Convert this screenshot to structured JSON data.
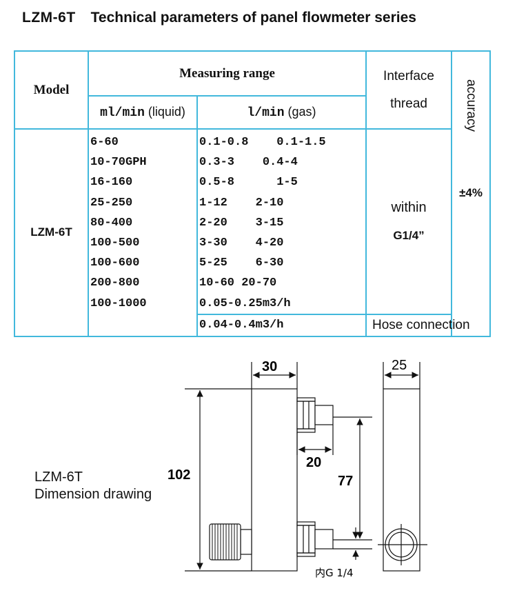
{
  "header": {
    "model": "LZM-6T",
    "title": "Technical parameters of panel flowmeter series"
  },
  "table": {
    "model_header": "Model",
    "range_header": "Measuring range",
    "liquid_unit": "ml/min",
    "liquid_suffix": "(liquid)",
    "gas_unit": "l/min",
    "gas_suffix": "(gas)",
    "thread_header_1": "Interface",
    "thread_header_2": "thread",
    "accuracy_header": "accuracy",
    "accuracy_value": "±4%",
    "model_value": "LZM-6T",
    "liquid_ranges": [
      "6-60",
      "10-70GPH",
      "16-160",
      "25-250",
      "80-400",
      "100-500",
      "100-600",
      "200-800",
      "100-1000"
    ],
    "gas_ranges": [
      "0.1-0.8    0.1-1.5",
      "0.3-3    0.4-4",
      "0.5-8      1-5",
      "1-12    2-10",
      "2-20    3-15",
      "3-30    4-20",
      "5-25    6-30",
      "10-60 20-70",
      "0.05-0.25m3/h"
    ],
    "thread_value_1": "within",
    "thread_value_2": "G1/4”",
    "hose_range": "0.04-0.4m3/h",
    "hose_label": "Hose connection"
  },
  "drawing": {
    "label_1": "LZM-6T",
    "label_2": "Dimension drawing",
    "dim_width": "30",
    "dim_depth": "25",
    "dim_height": "102",
    "dim_spacing": "77",
    "dim_fitting": "20",
    "thread_note": "内G 1/4"
  }
}
